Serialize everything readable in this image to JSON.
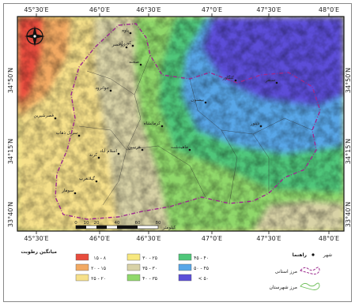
{
  "map": {
    "top_coords": [
      "45°30′E",
      "46°0′E",
      "46°30′E",
      "47°0′E",
      "47°30′E",
      "48°0′E"
    ],
    "bottom_coords": [
      "45°30′E",
      "46°0′E",
      "46°30′E",
      "47°0′E",
      "47°30′E",
      "48°0′E"
    ],
    "left_coords": [
      "34°50′N",
      "34°15′N",
      "33°40′N"
    ],
    "right_coords": [
      "34°50′N",
      "34°15′N",
      "33°40′N"
    ],
    "scale_label": "کیلومتر",
    "scale_ticks": [
      "0",
      "10",
      "20",
      "40",
      "60",
      "80"
    ],
    "places": [
      {
        "id": "kuzaran",
        "label": "کوزران"
      },
      {
        "id": "sahneh",
        "label": "صحنه"
      },
      {
        "id": "kermanshah",
        "label": "کرمانشاه"
      },
      {
        "id": "harsin",
        "label": "هرسین"
      },
      {
        "id": "kangavar",
        "label": "کنگاور"
      },
      {
        "id": "bisotun",
        "label": "بیستون"
      },
      {
        "id": "javanrud",
        "label": "جوانرود"
      },
      {
        "id": "ravansar",
        "label": "روانسر"
      },
      {
        "id": "paveh",
        "label": "پاوه"
      },
      {
        "id": "sarpol",
        "label": "سرپل ذهاب"
      },
      {
        "id": "gilan",
        "label": "گیلانغرب"
      },
      {
        "id": "qasr",
        "label": "قصرشیرین"
      },
      {
        "id": "eslamabad",
        "label": "اسلام آباد"
      },
      {
        "id": "kerend",
        "label": "کرند"
      },
      {
        "id": "sonqor",
        "label": "سنقر"
      },
      {
        "id": "dinavar",
        "label": "دینور"
      },
      {
        "id": "sumar",
        "label": "سومار"
      },
      {
        "id": "mahidasht",
        "label": "ماهیدشت"
      }
    ]
  },
  "legend": {
    "title": "میانگین رطوبت",
    "classes": [
      {
        "label": "۱۵ - ۸",
        "color": "#e84c3d"
      },
      {
        "label": "۲۰ - ۱۵",
        "color": "#f2a962"
      },
      {
        "label": "۲۵ - ۲۰",
        "color": "#f6e08a"
      },
      {
        "label": "۳۰ - ۲۵",
        "color": "#f7e87e"
      },
      {
        "label": "۳۵ - ۳۰",
        "color": "#d8d2a6"
      },
      {
        "label": "۴۰ - ۳۵",
        "color": "#8fd86a"
      },
      {
        "label": "۴۵ - ۴۰",
        "color": "#4fc77a"
      },
      {
        "label": "۵۰ - ۴۵",
        "color": "#58a6e8"
      },
      {
        "label": "< ۵۰",
        "color": "#5b4ed8"
      }
    ],
    "symbols": [
      {
        "label": "شهر",
        "symbol": "dot"
      },
      {
        "label": "راهنما",
        "symbol": "title"
      },
      {
        "label": "مرز استانی",
        "symbol": "province-border",
        "color": "#9c2a8e"
      },
      {
        "label": "مرز شهرستان",
        "symbol": "county-border",
        "color": "#6fbf5a"
      }
    ]
  }
}
